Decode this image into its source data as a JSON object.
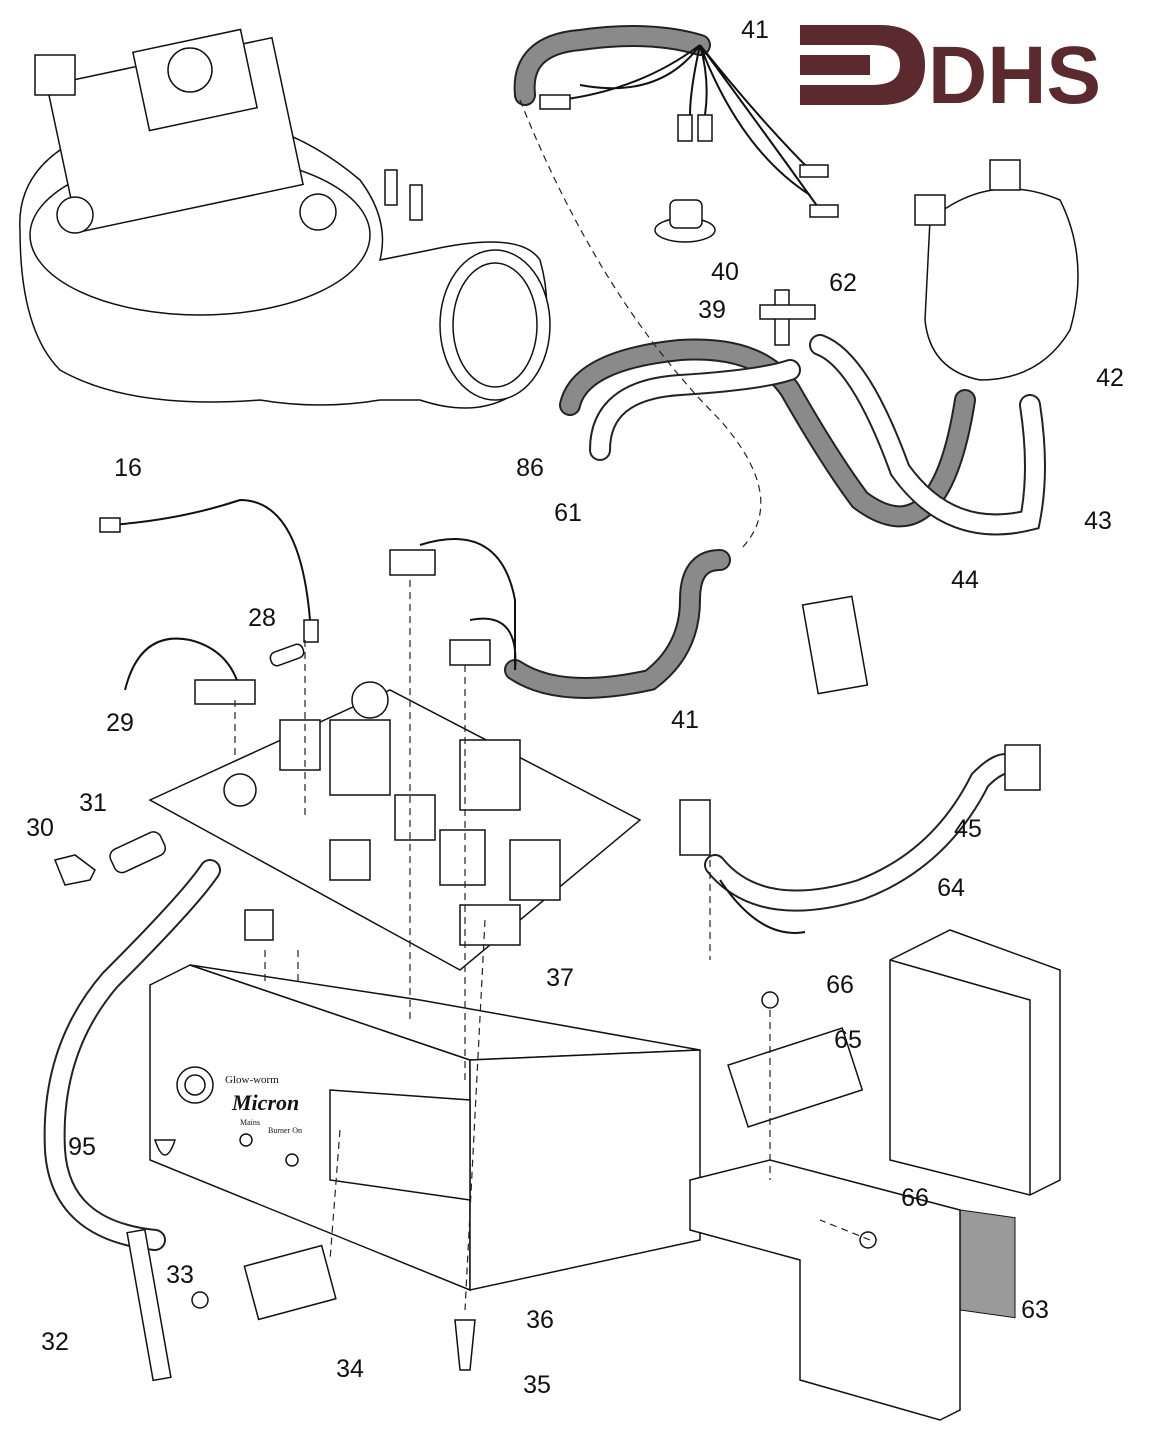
{
  "logo": {
    "text": "DHS",
    "color": "#5a2a2e"
  },
  "front_panel": {
    "brand": "Glow-worm",
    "model": "Micron",
    "indicator_left": "Mains",
    "indicator_right": "Burner On"
  },
  "part_labels": [
    "41",
    "40",
    "62",
    "39",
    "42",
    "86",
    "61",
    "43",
    "16",
    "44",
    "28",
    "29",
    "41",
    "45",
    "30",
    "31",
    "64",
    "37",
    "66",
    "65",
    "95",
    "66",
    "33",
    "36",
    "63",
    "32",
    "34",
    "35"
  ]
}
